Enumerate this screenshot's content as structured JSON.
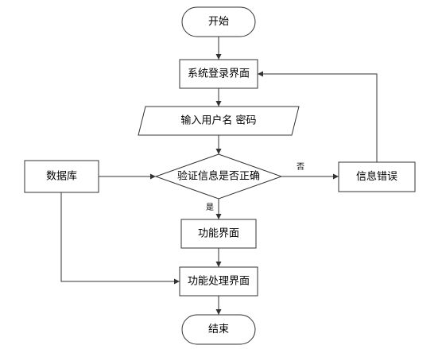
{
  "nodes": {
    "start": "开始",
    "login_screen": "系统登录界面",
    "input_credentials": "输入用户名 密码",
    "database": "数据库",
    "verify": "验证信息是否正确",
    "error": "信息错误",
    "function_screen": "功能界面",
    "function_process": "功能处理界面",
    "end": "结束"
  },
  "edge_labels": {
    "no": "否",
    "yes": "是"
  },
  "colors": {
    "stroke": "#333333",
    "fill": "#ffffff",
    "text": "#000000"
  }
}
